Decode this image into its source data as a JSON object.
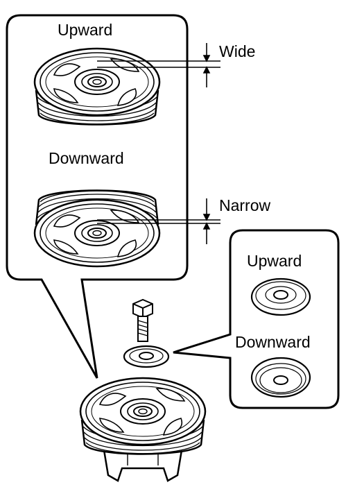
{
  "labels": {
    "top_upward": "Upward",
    "top_downward": "Downward",
    "wide": "Wide",
    "narrow": "Narrow",
    "side_upward": "Upward",
    "side_downward": "Downward"
  },
  "colors": {
    "ink": "#000000",
    "paper": "#ffffff",
    "shade": "#d9d9d9"
  },
  "icons": {
    "pulley": "pulley-icon",
    "bolt": "bolt-icon",
    "washer": "washer-icon",
    "pump": "water-pump-icon"
  }
}
